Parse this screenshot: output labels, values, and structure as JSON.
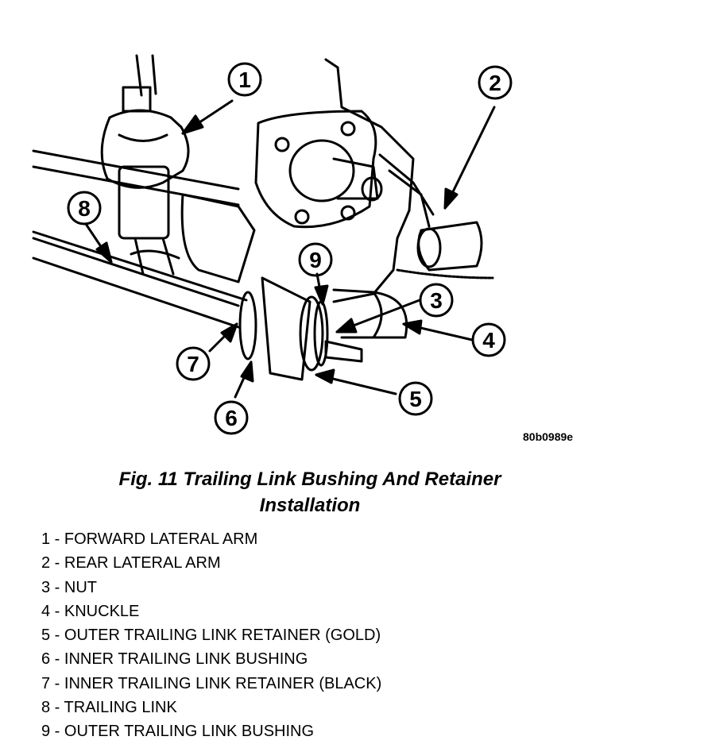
{
  "figure": {
    "code": "80b0989e",
    "callouts": [
      "1",
      "2",
      "3",
      "4",
      "5",
      "6",
      "7",
      "8",
      "9"
    ]
  },
  "caption": {
    "line1": "Fig. 11 Trailing Link Bushing And Retainer",
    "line2": "Installation"
  },
  "legend": [
    "1 - FORWARD LATERAL ARM",
    "2 - REAR LATERAL ARM",
    "3 - NUT",
    "4 - KNUCKLE",
    "5 - OUTER TRAILING LINK RETAINER (GOLD)",
    "6 - INNER TRAILING LINK BUSHING",
    "7 - INNER TRAILING LINK RETAINER (BLACK)",
    "8 - TRAILING LINK",
    "9 - OUTER TRAILING LINK BUSHING"
  ]
}
